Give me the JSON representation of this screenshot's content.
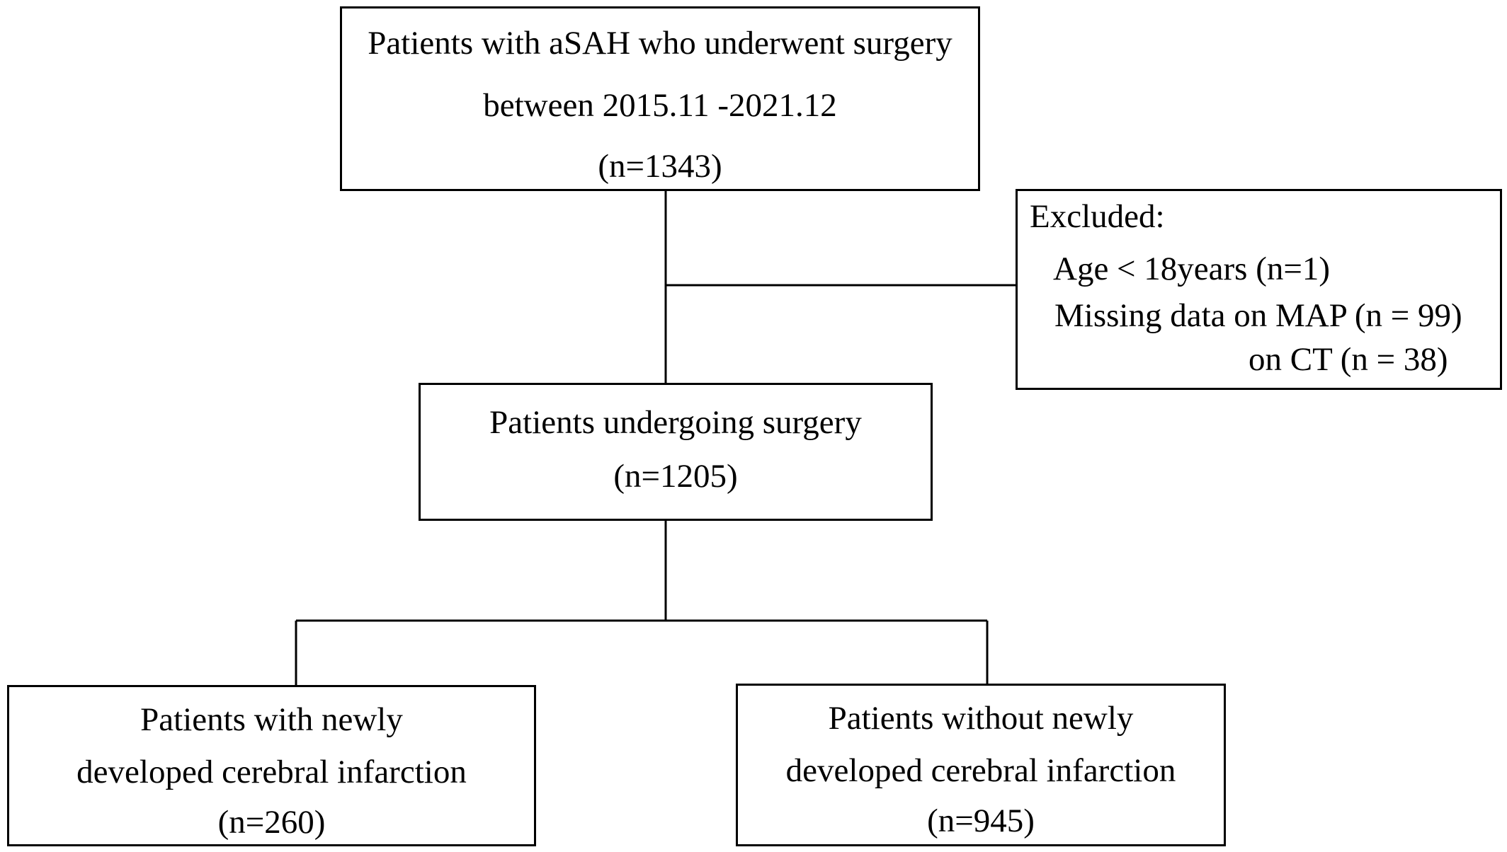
{
  "top_box": {
    "line1": "Patients with aSAH who underwent surgery",
    "line2": "between 2015.11 -2021.12",
    "line3": "(n=1343)"
  },
  "excluded_box": {
    "heading": "Excluded:",
    "item_age": "Age < 18years (n=1)",
    "item_missing_map": "Missing data on MAP (n = 99)",
    "item_missing_ct": "on CT (n = 38)"
  },
  "middle_box": {
    "line1": "Patients undergoing surgery",
    "line2": "(n=1205)"
  },
  "left_box": {
    "line1": "Patients with newly",
    "line2": "developed cerebral infarction",
    "line3": "(n=260)"
  },
  "right_box": {
    "line1": "Patients without newly",
    "line2": "developed cerebral infarction",
    "line3": "(n=945)"
  },
  "colors": {
    "stroke": "#000000",
    "background": "#ffffff"
  }
}
